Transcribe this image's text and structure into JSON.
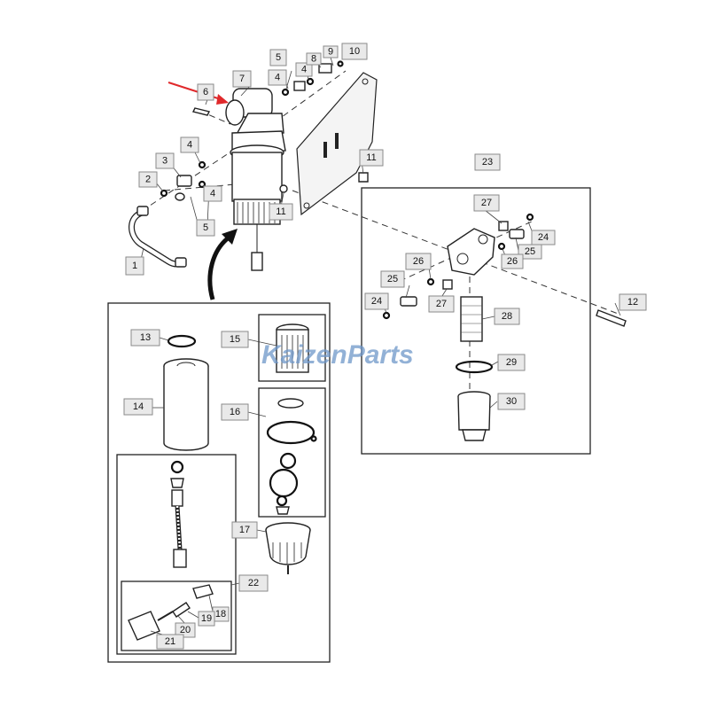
{
  "watermark": {
    "text": "KaizenParts",
    "color": "#6e97c9"
  },
  "highlight_arrow": {
    "color": "#e0292b",
    "points_to_callout": "6"
  },
  "callouts": [
    "1",
    "2",
    "3",
    "4",
    "5",
    "6",
    "7",
    "8",
    "9",
    "10",
    "11",
    "12",
    "13",
    "14",
    "15",
    "16",
    "17",
    "18",
    "19",
    "20",
    "21",
    "22",
    "23",
    "24",
    "25",
    "26",
    "27",
    "28",
    "29",
    "30"
  ],
  "groups": {
    "kit_assembly": "23",
    "service_kit": "22"
  }
}
